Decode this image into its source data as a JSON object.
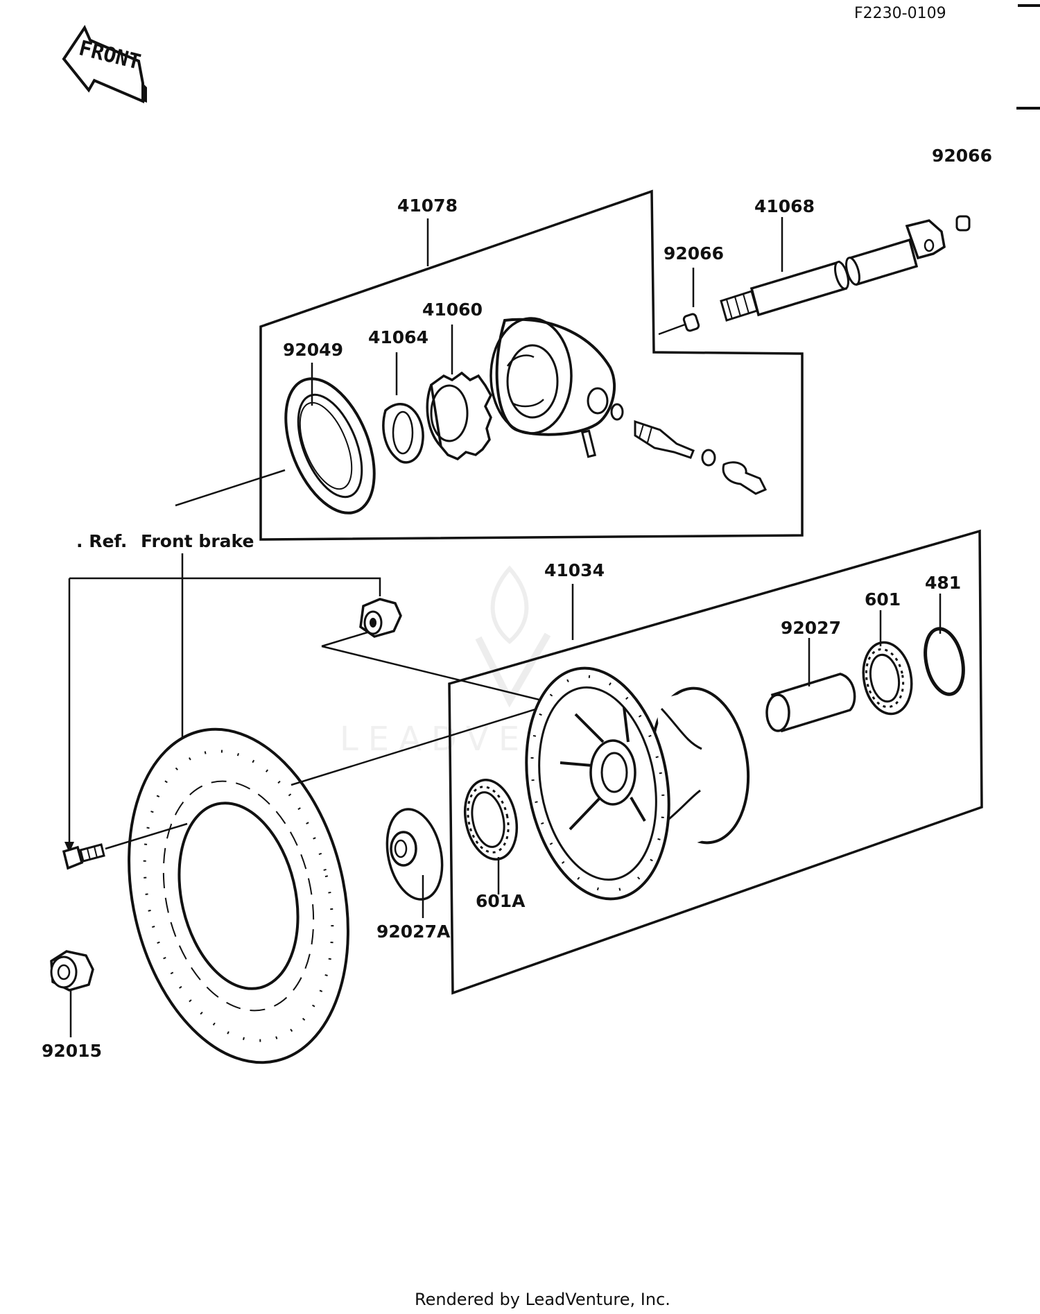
{
  "diagram_code": "F2230-0109",
  "front_arrow": "FRONT",
  "footer": "Rendered by LeadVenture, Inc.",
  "watermark": "LEADVENTURE",
  "colors": {
    "ink": "#111111",
    "paper": "#ffffff",
    "watermark": "#e6e6e6"
  },
  "labels": {
    "p41078": "41078",
    "p92066a": "92066",
    "p92066b": "92066",
    "p41068": "41068",
    "p41060": "41060",
    "p41064": "41064",
    "p92049": "92049",
    "ref_prefix": ". Ref.",
    "front_brake": "Front brake",
    "p41034": "41034",
    "p481": "481",
    "p601": "601",
    "p92027": "92027",
    "p601a": "601A",
    "p92027a": "92027A",
    "p92015": "92015"
  }
}
